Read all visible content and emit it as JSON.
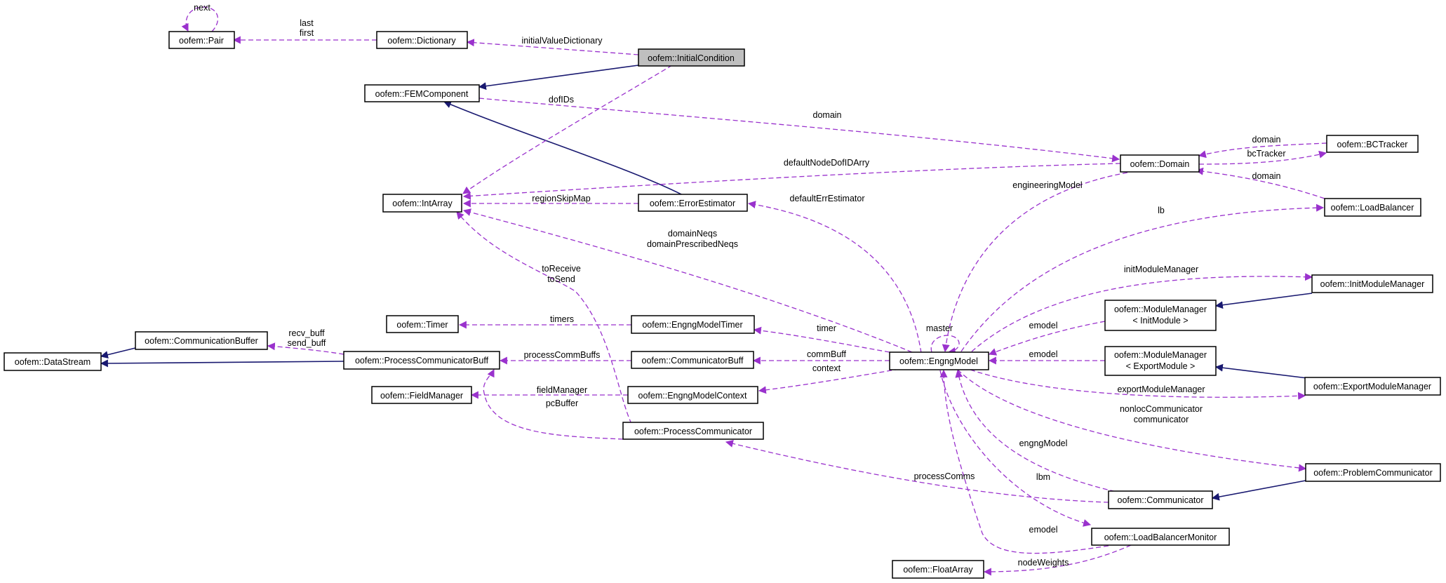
{
  "colors": {
    "usage": "#9a32cd",
    "inherit": "#191970",
    "focus_fill": "#bfbfbf"
  },
  "nodes": {
    "pair": "oofem::Pair",
    "dictionary": "oofem::Dictionary",
    "initial_condition": "oofem::InitialCondition",
    "fem_component": "oofem::FEMComponent",
    "domain": "oofem::Domain",
    "bc_tracker": "oofem::BCTracker",
    "int_array": "oofem::IntArray",
    "error_estimator": "oofem::ErrorEstimator",
    "load_balancer": "oofem::LoadBalancer",
    "init_module_manager": "oofem::InitModuleManager",
    "module_manager_init": [
      "oofem::ModuleManager",
      "< InitModule >"
    ],
    "timer": "oofem::Timer",
    "engng_model_timer": "oofem::EngngModelTimer",
    "communication_buffer": "oofem::CommunicationBuffer",
    "data_stream": "oofem::DataStream",
    "process_communicator_buff": "oofem::ProcessCommunicatorBuff",
    "communicator_buff": "oofem::CommunicatorBuff",
    "engng_model": "oofem::EngngModel",
    "module_manager_export": [
      "oofem::ModuleManager",
      "< ExportModule >"
    ],
    "export_module_manager": "oofem::ExportModuleManager",
    "field_manager": "oofem::FieldManager",
    "engng_model_context": "oofem::EngngModelContext",
    "process_communicator": "oofem::ProcessCommunicator",
    "problem_communicator": "oofem::ProblemCommunicator",
    "communicator": "oofem::Communicator",
    "load_balancer_monitor": "oofem::LoadBalancerMonitor",
    "float_array": "oofem::FloatArray"
  },
  "edge_labels": {
    "next": "next",
    "last_first": [
      "last",
      "first"
    ],
    "initial_value_dictionary": "initialValueDictionary",
    "dof_ids": "dofIDs",
    "domain_fem": "domain",
    "domain_bct": "domain",
    "bc_tracker": "bcTracker",
    "default_node_dof_id_arry": "defaultNodeDofIDArry",
    "domain_lb": "domain",
    "region_skip_map": "regionSkipMap",
    "default_err_estimator": "defaultErrEstimator",
    "engineering_model": "engineeringModel",
    "lb": "lb",
    "domain_neqs": [
      "domainNeqs",
      "domainPrescribedNeqs"
    ],
    "to_receive_send": [
      "toReceive",
      "toSend"
    ],
    "init_module_manager": "initModuleManager",
    "timers": "timers",
    "timer": "timer",
    "master": "master",
    "emodel_init": "emodel",
    "recv_send_buff": [
      "recv_buff",
      "send_buff"
    ],
    "process_comm_buffs": "processCommBuffs",
    "comm_buff": "commBuff",
    "emodel_export": "emodel",
    "field_manager": "fieldManager",
    "context": "context",
    "export_module_manager": "exportModuleManager",
    "pc_buffer": "pcBuffer",
    "nonloc_communicator": [
      "nonlocCommunicator",
      "communicator"
    ],
    "engng_model": "engngModel",
    "process_comms": "processComms",
    "lbm": "lbm",
    "emodel_lbm": "emodel",
    "node_weights": "nodeWeights"
  }
}
